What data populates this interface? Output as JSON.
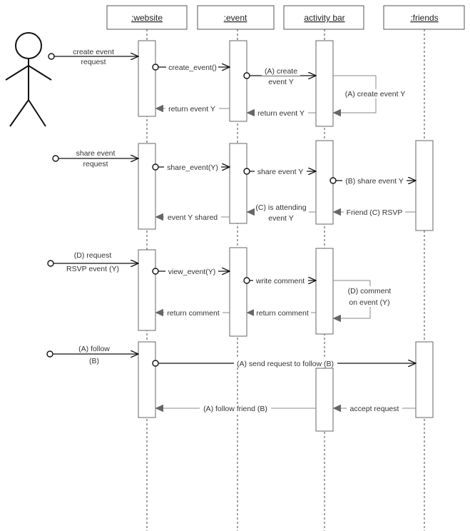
{
  "participants": [
    {
      "id": "website",
      "label": ":website"
    },
    {
      "id": "event",
      "label": ":event"
    },
    {
      "id": "activity",
      "label": "activity bar"
    },
    {
      "id": "friends",
      "label": ":friends"
    }
  ],
  "messages": [
    {
      "id": "m1",
      "from": "actor",
      "to": "website",
      "lines": [
        "create event",
        "request"
      ],
      "kind": "found"
    },
    {
      "id": "m2",
      "from": "website",
      "to": "event",
      "lines": [
        "create_event()"
      ],
      "kind": "call"
    },
    {
      "id": "m3",
      "from": "event",
      "to": "activity",
      "lines": [
        "(A) create",
        "event Y"
      ],
      "kind": "call"
    },
    {
      "id": "m4",
      "from": "activity",
      "to": "activity",
      "lines": [
        "(A) create event Y"
      ],
      "kind": "self"
    },
    {
      "id": "m5",
      "from": "activity",
      "to": "event",
      "lines": [
        "return event Y"
      ],
      "kind": "return"
    },
    {
      "id": "m6",
      "from": "event",
      "to": "website",
      "lines": [
        "return event Y"
      ],
      "kind": "return"
    },
    {
      "id": "m7",
      "from": "actor",
      "to": "website",
      "lines": [
        "share event",
        "request"
      ],
      "kind": "found"
    },
    {
      "id": "m8",
      "from": "website",
      "to": "event",
      "lines": [
        "share_event(Y)"
      ],
      "kind": "call"
    },
    {
      "id": "m9",
      "from": "event",
      "to": "activity",
      "lines": [
        "share event Y"
      ],
      "kind": "call"
    },
    {
      "id": "m10",
      "from": "activity",
      "to": "friends",
      "lines": [
        "(B) share event Y"
      ],
      "kind": "call"
    },
    {
      "id": "m11",
      "from": "friends",
      "to": "activity",
      "lines": [
        "Friend (C) RSVP"
      ],
      "kind": "return"
    },
    {
      "id": "m12",
      "from": "activity",
      "to": "event",
      "lines": [
        "(C) is attending",
        "event Y"
      ],
      "kind": "return"
    },
    {
      "id": "m13",
      "from": "event",
      "to": "website",
      "lines": [
        "event Y shared"
      ],
      "kind": "return"
    },
    {
      "id": "m14",
      "from": "actor",
      "to": "website",
      "lines": [
        "(D) request",
        "RSVP event (Y)"
      ],
      "kind": "found"
    },
    {
      "id": "m15",
      "from": "website",
      "to": "event",
      "lines": [
        "view_event(Y)"
      ],
      "kind": "call"
    },
    {
      "id": "m16",
      "from": "event",
      "to": "activity",
      "lines": [
        "write comment"
      ],
      "kind": "call"
    },
    {
      "id": "m17",
      "from": "activity",
      "to": "activity",
      "lines": [
        "(D) comment",
        "on event (Y)"
      ],
      "kind": "self"
    },
    {
      "id": "m18",
      "from": "activity",
      "to": "event",
      "lines": [
        "return comment"
      ],
      "kind": "return"
    },
    {
      "id": "m19",
      "from": "event",
      "to": "website",
      "lines": [
        "return comment"
      ],
      "kind": "return"
    },
    {
      "id": "m20",
      "from": "actor",
      "to": "website",
      "lines": [
        "(A) follow",
        "(B)"
      ],
      "kind": "found"
    },
    {
      "id": "m21",
      "from": "website",
      "to": "friends",
      "lines": [
        "(A) send request to follow (B)"
      ],
      "kind": "call"
    },
    {
      "id": "m22",
      "from": "friends",
      "to": "activity",
      "lines": [
        "accept request"
      ],
      "kind": "return"
    },
    {
      "id": "m23",
      "from": "activity",
      "to": "website",
      "lines": [
        "(A) follow friend (B)"
      ],
      "kind": "return"
    }
  ]
}
